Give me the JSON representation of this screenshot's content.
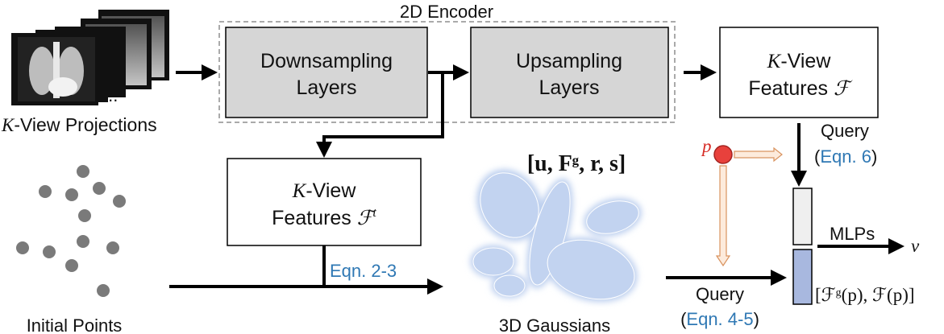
{
  "encoder": {
    "title": "2D Encoder",
    "down_line1": "Downsampling",
    "down_line2": "Layers",
    "up_line1": "Upsampling",
    "up_line2": "Layers"
  },
  "projections": {
    "label_var": "K",
    "label_rest": "-View Projections",
    "ellipsis": "..."
  },
  "kview_features": {
    "var": "K",
    "line1_rest": "-View",
    "line2": "Features ",
    "symbol": "ℱ"
  },
  "kview_features_t": {
    "var": "K",
    "line1_rest": "-View",
    "line2": "Features ",
    "symbol": "ℱ",
    "sup": "t"
  },
  "initial_points": {
    "label": "Initial Points"
  },
  "gaussians": {
    "label": "3D Gaussians",
    "params": "[u, Fᵍ, r, s]"
  },
  "links": {
    "eqn23": "Eqn. 2-3",
    "eqn6": "Eqn. 6",
    "eqn45": "Eqn. 4-5"
  },
  "query": {
    "top_label": "Query",
    "bottom_label": "Query",
    "paren_open": "(",
    "paren_close": ")"
  },
  "point_p": {
    "label": "p"
  },
  "mlp": {
    "label": "MLPs",
    "output": "v"
  },
  "concat": {
    "label": "[ℱᵍ(p), ℱ(p)]"
  },
  "colors": {
    "box_gray": "#d6d6d6",
    "link_blue": "#2f78b4",
    "point_red": "#e8413c",
    "feature_blue": "#a8b8df",
    "feature_gray": "#efefef",
    "gaussian_blue": "#b9cdee",
    "dot_gray": "#7a7a7a",
    "arrow_orange": "#f3cfb3"
  }
}
